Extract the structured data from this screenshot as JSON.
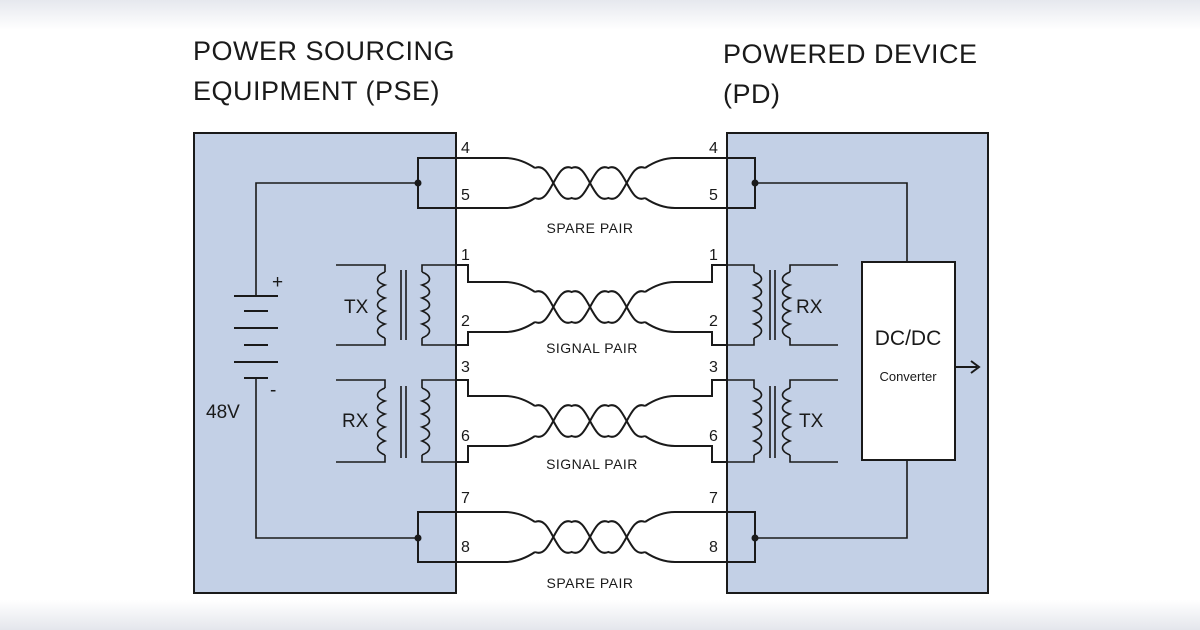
{
  "pse": {
    "title_line1": "POWER SOURCING",
    "title_line2": "EQUIPMENT (PSE)"
  },
  "pd": {
    "title_line1": "POWERED DEVICE",
    "title_line2": "(PD)"
  },
  "pins": {
    "pse": [
      "4",
      "5",
      "1",
      "2",
      "3",
      "6",
      "7",
      "8"
    ],
    "pd": [
      "4",
      "5",
      "1",
      "2",
      "3",
      "6",
      "7",
      "8"
    ]
  },
  "pairs": [
    "SPARE PAIR",
    "SIGNAL PAIR",
    "SIGNAL PAIR",
    "SPARE PAIR"
  ],
  "pse_transformers": [
    "TX",
    "RX"
  ],
  "pd_transformers": [
    "RX",
    "TX"
  ],
  "battery": {
    "voltage": "48V",
    "plus": "+",
    "minus": "-"
  },
  "converter": {
    "title": "DC/DC",
    "subtitle": "Converter"
  }
}
